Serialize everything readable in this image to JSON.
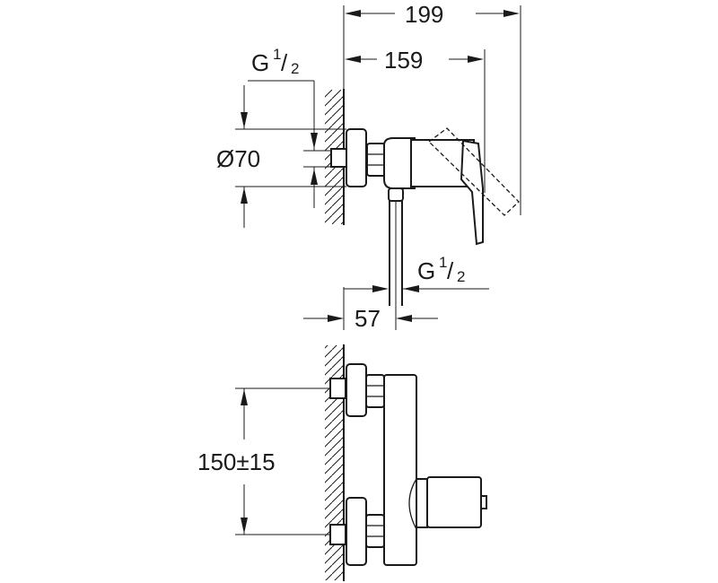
{
  "dimensions": {
    "overall_depth": "199",
    "handle_depth": "159",
    "inlet_thread": {
      "letter": "G",
      "num": "1",
      "den": "2"
    },
    "flange_diameter": "Ø70",
    "outlet_thread": {
      "letter": "G",
      "num": "1",
      "den": "2"
    },
    "outlet_offset": "57",
    "centre_distance": "150±15"
  }
}
